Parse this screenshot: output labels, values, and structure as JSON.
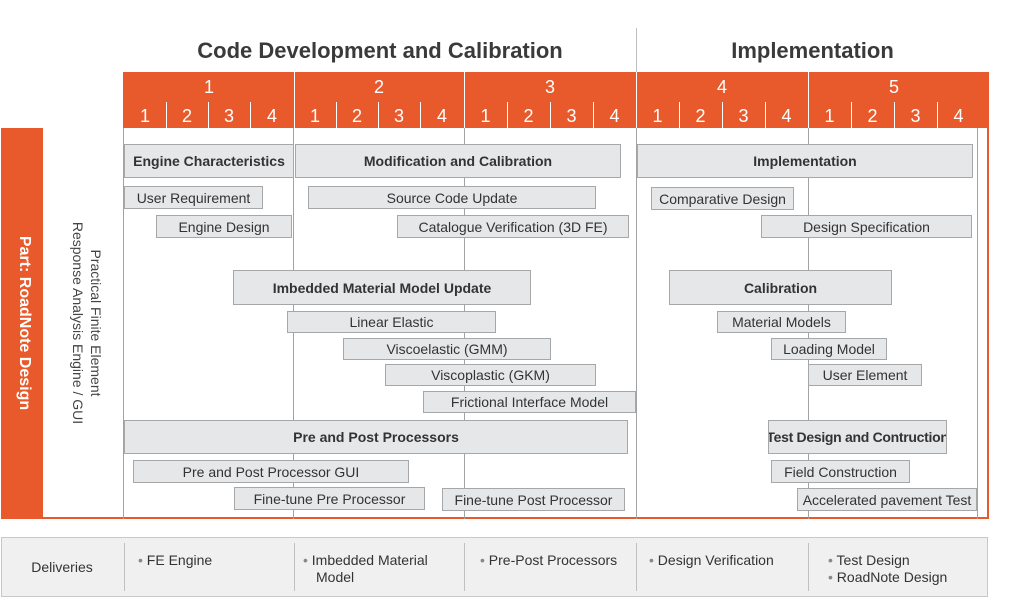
{
  "phases": [
    {
      "title": "Code Development and Calibration"
    },
    {
      "title": "Implementation"
    }
  ],
  "years": [
    "1",
    "2",
    "3",
    "4",
    "5"
  ],
  "quarters": [
    "1",
    "2",
    "3",
    "4"
  ],
  "sidebar": {
    "part": "Part: RoadNote Design",
    "line1": "Practical Finite Element",
    "line2": "Response Analysis Engine / GUI"
  },
  "tasks": {
    "engine_characteristics": "Engine Characteristics",
    "modification_calibration": "Modification and Calibration",
    "implementation": "Implementation",
    "user_requirement": "User Requirement",
    "source_code_update": "Source Code Update",
    "comparative_design": "Comparative Design",
    "engine_design": "Engine Design",
    "catalogue_verification": "Catalogue Verification (3D FE)",
    "design_specification": "Design Specification",
    "imbedded_model_update": "Imbedded Material Model Update",
    "calibration": "Calibration",
    "linear_elastic": "Linear Elastic",
    "material_models": "Material Models",
    "viscoelastic": "Viscoelastic (GMM)",
    "loading_model": "Loading Model",
    "viscoplastic": "Viscoplastic (GKM)",
    "user_element": "User Element",
    "frictional_interface": "Frictional Interface Model",
    "pre_post_processors": "Pre and Post Processors",
    "test_design_construction": "Test Design and Contruction",
    "pre_post_gui": "Pre and Post Processor GUI",
    "field_construction": "Field Construction",
    "finetune_pre": "Fine-tune Pre Processor",
    "finetune_post": "Fine-tune Post Processor",
    "accelerated_test": "Accelerated pavement Test"
  },
  "deliveries": {
    "label": "Deliveries",
    "y1": "FE Engine",
    "y2a": "Imbedded Material",
    "y2b": "Model",
    "y3": "Pre-Post Processors",
    "y4": "Design Verification",
    "y5a": "Test Design",
    "y5b": "RoadNote Design"
  },
  "colors": {
    "accent": "#e85a2c",
    "task_fill": "#e6e7e8",
    "task_border": "#a6a7a9"
  }
}
